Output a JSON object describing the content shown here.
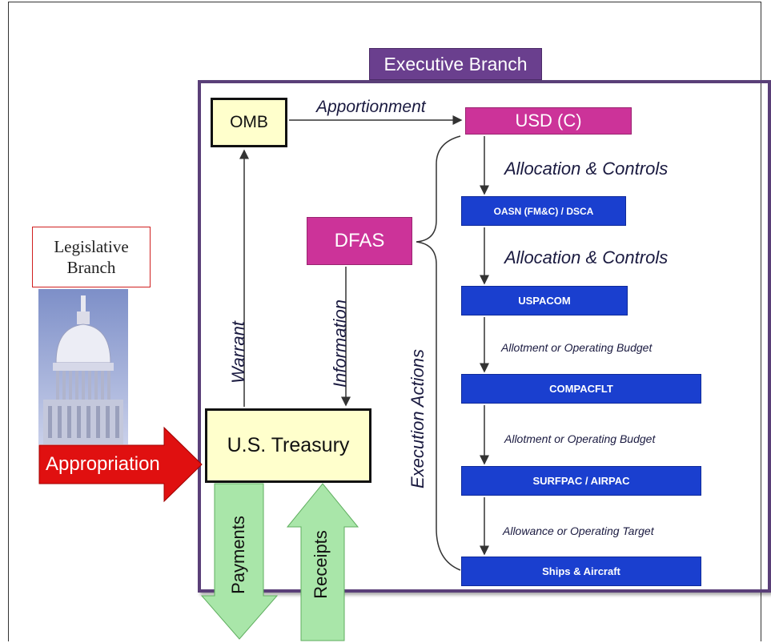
{
  "executive_branch": "Executive Branch",
  "legislative_branch": {
    "line1": "Legislative",
    "line2": "Branch"
  },
  "boxes": {
    "omb": "OMB",
    "treasury": "U.S. Treasury",
    "usdc": "USD (C)",
    "dfas": "DFAS",
    "oasn": "OASN (FM&C) / DSCA",
    "uspacom": "USPACOM",
    "compacflt": "COMPACFLT",
    "surfpac": "SURFPAC / AIRPAC",
    "ships": "Ships & Aircraft"
  },
  "labels": {
    "apportionment": "Apportionment",
    "allocation1": "Allocation & Controls",
    "allocation2": "Allocation & Controls",
    "allotment1": "Allotment or Operating Budget",
    "allotment2": "Allotment or Operating Budget",
    "allowance": "Allowance or Operating Target",
    "warrant": "Warrant",
    "information": "Information",
    "execution_actions": "Execution Actions",
    "appropriation": "Appropriation",
    "payments": "Payments",
    "receipts": "Receipts"
  },
  "colors": {
    "executive": "#6a3f8e",
    "magenta": "#cc3399",
    "blue": "#1a3fcf",
    "yellow": "#ffffcc",
    "green_arrow": "#a9e6a9",
    "red_arrow": "#e01010"
  }
}
